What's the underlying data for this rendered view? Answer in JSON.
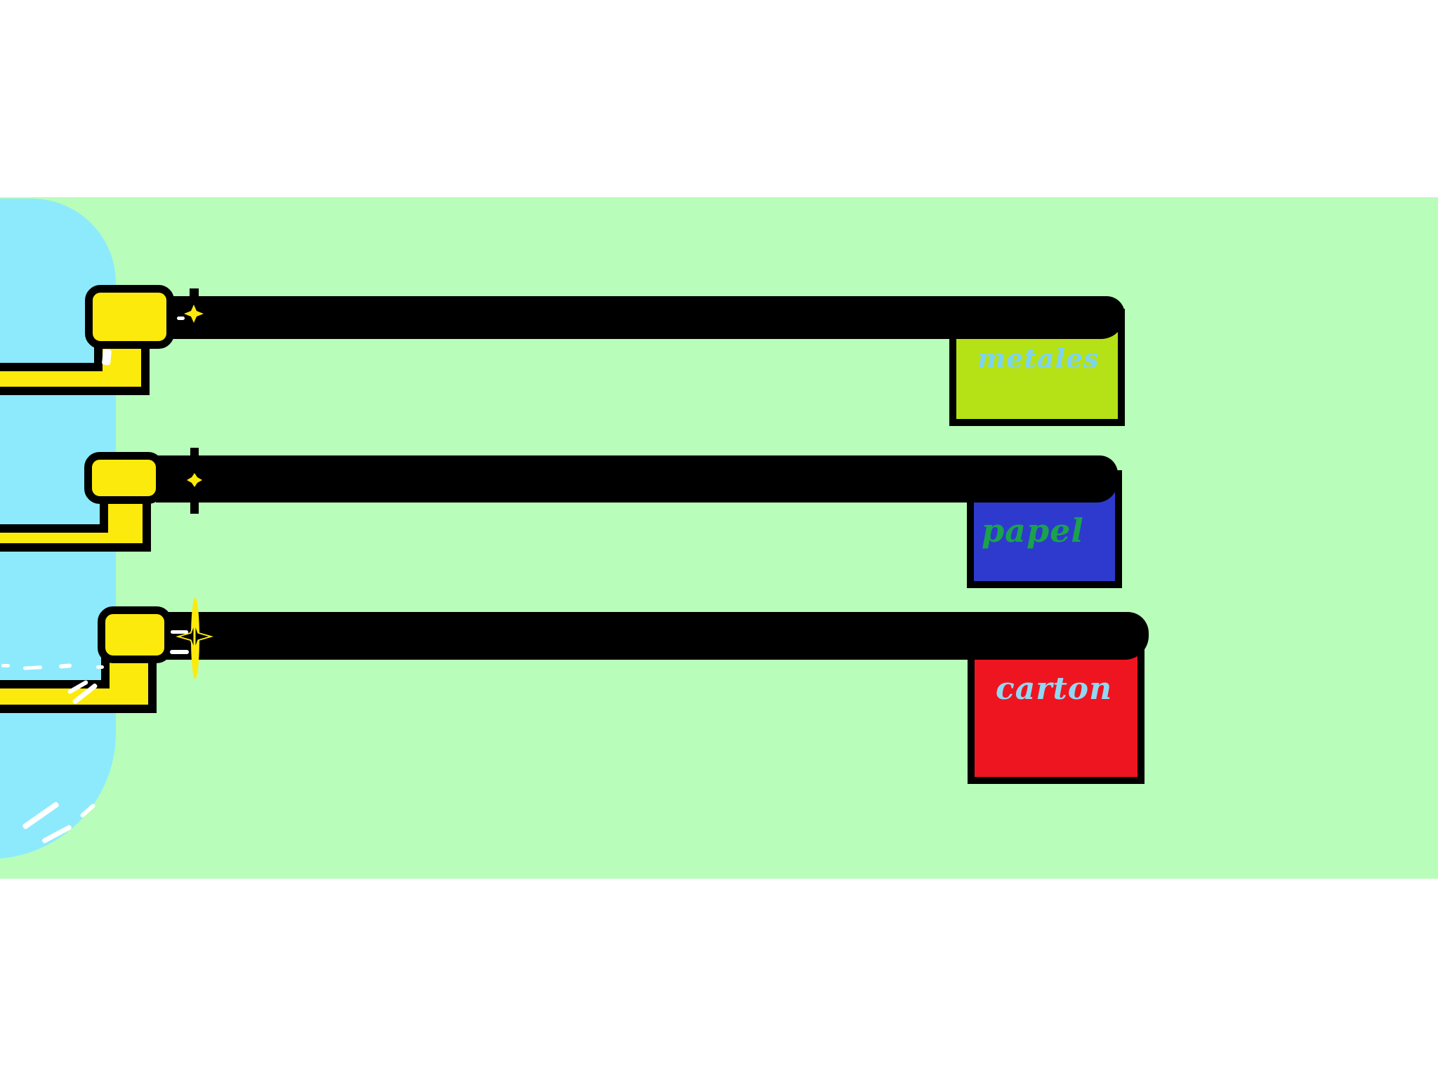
{
  "scene": {
    "type": "hand-drawn recycling conveyor diagram",
    "rows_count": 3
  },
  "bins": [
    {
      "id": "metales",
      "label": "metales",
      "fill_color": "#b4e216",
      "text_color": "#7ed3f2"
    },
    {
      "id": "papel",
      "label": "papel",
      "fill_color": "#2e3acd",
      "text_color": "#1aa24d"
    },
    {
      "id": "carton",
      "label": "carton",
      "fill_color": "#ee1520",
      "text_color": "#92d8f2"
    }
  ],
  "palette": {
    "page_background": "#ffffff",
    "field_green": "#b9fdba",
    "pond_blue": "#8deafc",
    "pipe_yellow": "#fdea0d",
    "belt_black": "#000000",
    "sparkle_yellow": "#fdea0d"
  }
}
